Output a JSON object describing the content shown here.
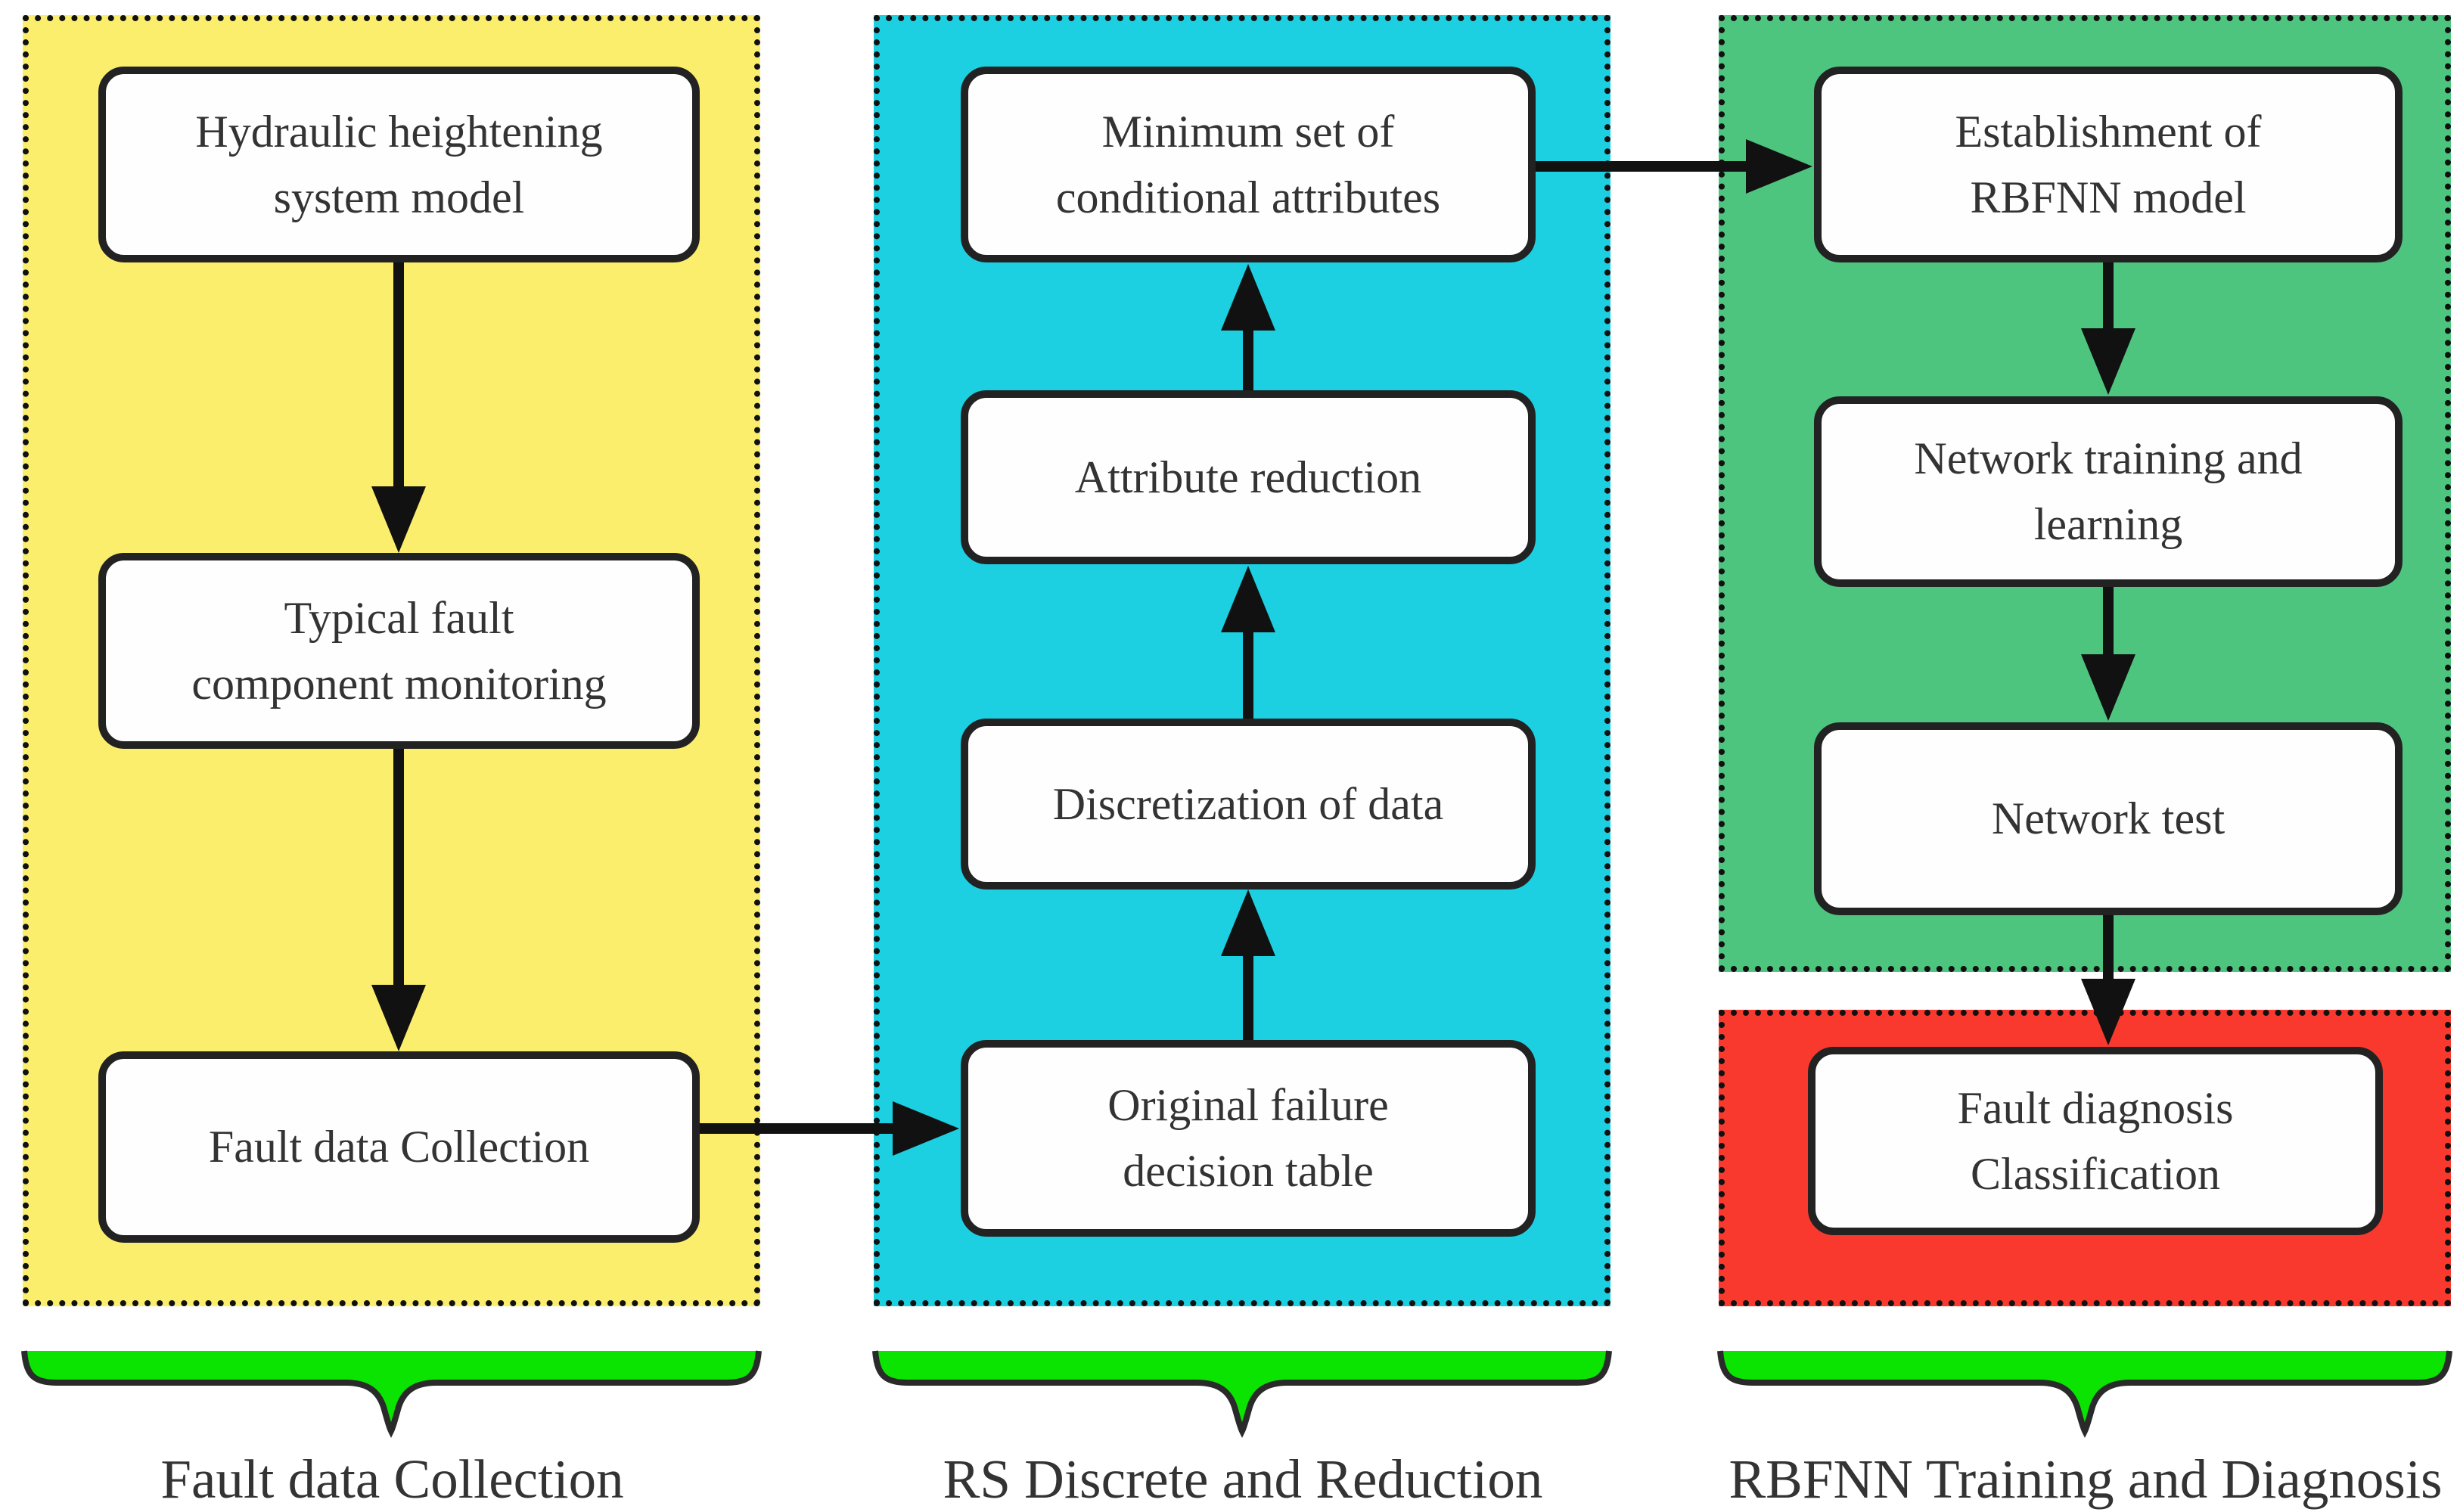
{
  "colors": {
    "panel_yellow": "#FCEE6D",
    "panel_cyan": "#1CD0E2",
    "panel_green": "#4EC57F",
    "panel_red": "#FA392E",
    "brace_green": "#0BE400",
    "box_border": "#222222",
    "arrow_black": "#111111",
    "text": "#333333"
  },
  "boxes": {
    "hydraulic": "Hydraulic heightening\nsystem model",
    "typical": "Typical fault\ncomponent monitoring",
    "fault_collect": "Fault data Collection",
    "minimum": "Minimum set of\nconditional attributes",
    "attribute": "Attribute reduction",
    "discretization": "Discretization of data",
    "original": "Original failure\ndecision table",
    "establishment": "Establishment of\nRBFNN model",
    "training": "Network training and\nlearning",
    "network_test": "Network test",
    "diagnosis": "Fault diagnosis\nClassification"
  },
  "group_labels": {
    "collection": "Fault data Collection",
    "rs": "RS Discrete and Reduction",
    "rbfnn": "RBFNN Training and Diagnosis"
  }
}
